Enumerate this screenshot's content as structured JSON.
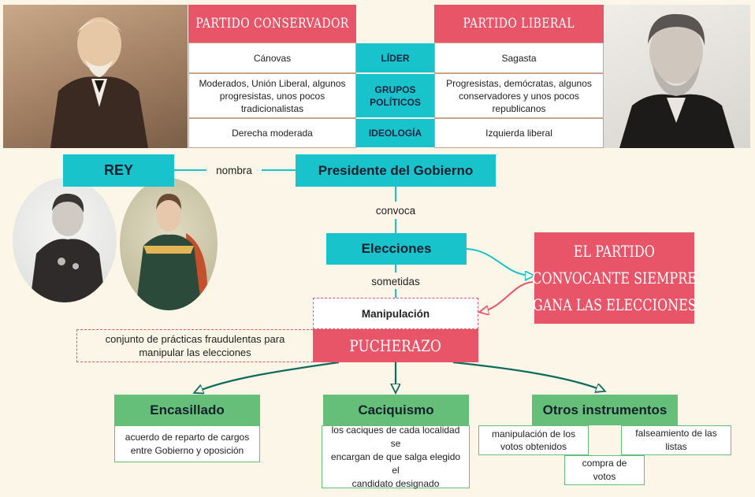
{
  "table": {
    "conservador": {
      "header": "PARTIDO CONSERVADOR",
      "lider": "Cánovas",
      "grupos": "Moderados, Unión Liberal, algunos progresistas, unos pocos tradicionalistas",
      "ideologia": "Derecha moderada"
    },
    "liberal": {
      "header": "PARTIDO LIBERAL",
      "lider": "Sagasta",
      "grupos": "Progresistas, demócratas, algunos conservadores y unos pocos republicanos",
      "ideologia": "Izquierda liberal"
    },
    "rows": {
      "lider": "LÍDER",
      "grupos_l1": "GRUPOS",
      "grupos_l2": "POLÍTICOS",
      "ideologia": "IDEOLOGÍA"
    }
  },
  "flow": {
    "rey": "REY",
    "nombra": "nombra",
    "presidente": "Presidente del Gobierno",
    "convoca": "convoca",
    "elecciones": "Elecciones",
    "sometidas": "sometidas",
    "manipulacion": "Manipulación",
    "pucherazo": "PUCHERAZO",
    "pucherazo_def_l1": "conjunto de prácticas fraudulentas para",
    "pucherazo_def_l2": "manipular las elecciones",
    "partido_l1": "EL PARTIDO",
    "partido_l2": "CONVOCANTE SIEMPRE",
    "partido_l3": "GANA LAS ELECCIONES"
  },
  "branches": {
    "encasillado": {
      "title": "Encasillado",
      "desc_l1": "acuerdo de reparto de cargos",
      "desc_l2": "entre Gobierno y oposición"
    },
    "caciquismo": {
      "title": "Caciquismo",
      "desc_l1": "los caciques de cada localidad se",
      "desc_l2": "encargan de que salga elegido el",
      "desc_l3": "candidato designado"
    },
    "otros": {
      "title": "Otros instrumentos",
      "manip_l1": "manipulación de los",
      "manip_l2": "votos obtenidos",
      "falseamiento": "falseamiento de las listas",
      "compra": "compra de votos"
    }
  },
  "colors": {
    "teal": "#19c3cc",
    "pink": "#e85468",
    "green": "#66bf78",
    "dark_teal_line": "#0f6b5e",
    "background": "#fbf6e8"
  }
}
